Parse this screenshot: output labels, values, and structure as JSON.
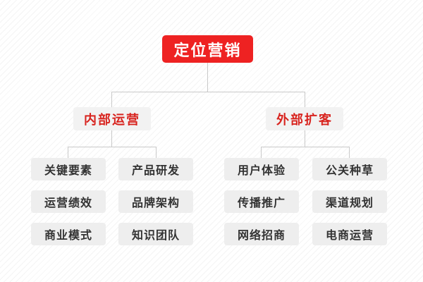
{
  "diagram": {
    "title": "定位营销",
    "background_color": "#ffffff",
    "accent_color": "#ee2222",
    "branch_text_color": "#d8241f",
    "leaf_text_color": "#333333",
    "box_color": "#eeeeee",
    "line_color": "#c9c9c9",
    "root": {
      "label": "定位营销"
    },
    "branches": [
      {
        "label": "内部运营",
        "columns": [
          {
            "leaves": [
              {
                "label": "关键要素"
              },
              {
                "label": "运营绩效"
              },
              {
                "label": "商业模式"
              }
            ]
          },
          {
            "leaves": [
              {
                "label": "产品研发"
              },
              {
                "label": "品牌架构"
              },
              {
                "label": "知识团队"
              }
            ]
          }
        ]
      },
      {
        "label": "外部扩客",
        "columns": [
          {
            "leaves": [
              {
                "label": "用户体验"
              },
              {
                "label": "传播推广"
              },
              {
                "label": "网络招商"
              }
            ]
          },
          {
            "leaves": [
              {
                "label": "公关种草"
              },
              {
                "label": "渠道规划"
              },
              {
                "label": "电商运营"
              }
            ]
          }
        ]
      }
    ]
  }
}
